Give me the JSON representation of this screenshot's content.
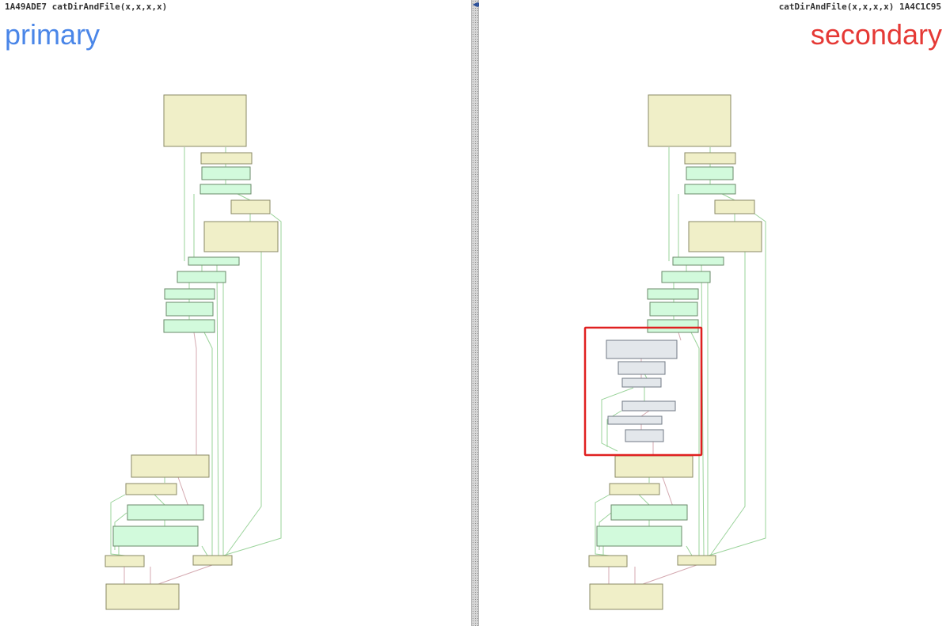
{
  "panes": {
    "primary": {
      "header": "1A49ADE7 catDirAndFile(x,x,x,x)",
      "title": "primary",
      "accent": "#4a86e8"
    },
    "secondary": {
      "header": "catDirAndFile(x,x,x,x) 1A4C1C95",
      "title": "secondary",
      "accent": "#e53935",
      "highlight_color": "#e02020"
    }
  },
  "node_colors": {
    "unmatched": "#f0efc8",
    "matched": "#d2fadc",
    "changed": "#e3e7eb"
  },
  "edge_colors": {
    "true_branch": "#9ad39a",
    "false_branch": "#d4a9b0"
  },
  "icons": {
    "splitter": "triangle-left-right-icon"
  }
}
